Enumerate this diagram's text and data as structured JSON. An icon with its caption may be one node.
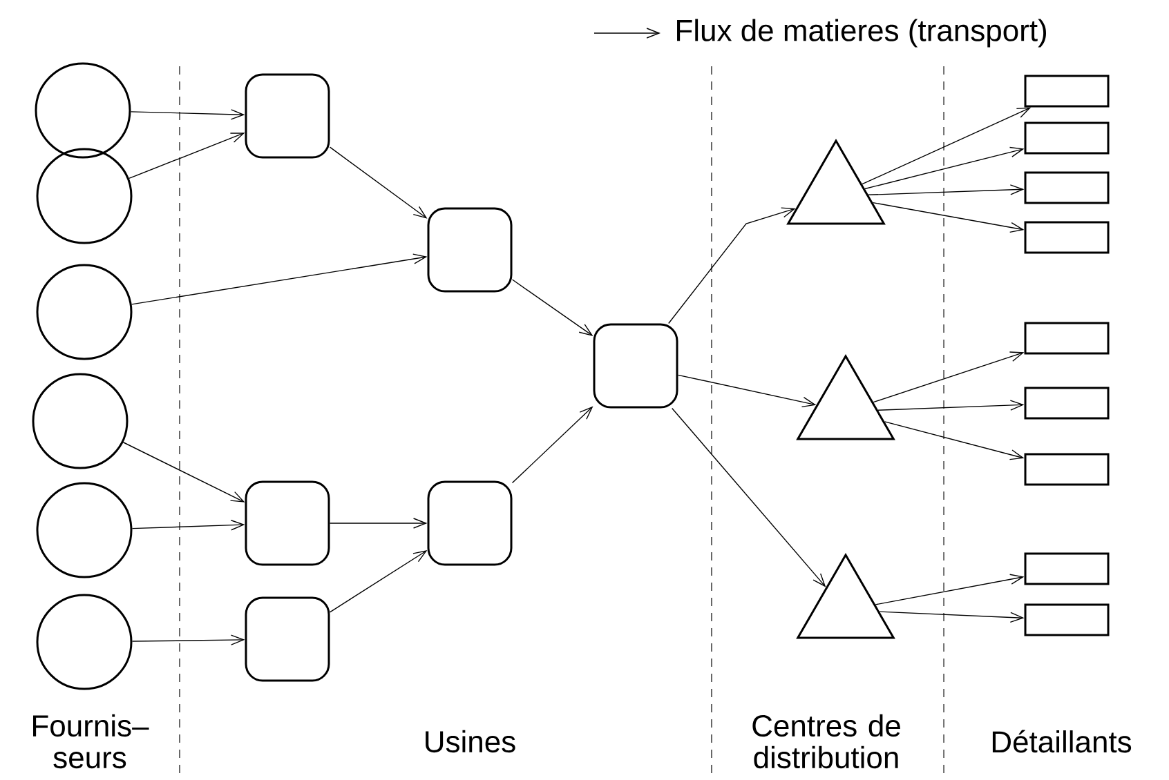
{
  "diagram": {
    "nodes": [
      {
        "text": [],
        "shape": "circle"
      },
      {
        "text": [],
        "shape": "circle"
      },
      {
        "text": [],
        "shape": "circle"
      },
      {
        "text": [],
        "shape": "circle"
      },
      {
        "text": [],
        "shape": "circle"
      },
      {
        "text": [],
        "shape": "circle"
      },
      {
        "text": [],
        "shape": "box"
      },
      {
        "text": [],
        "shape": "box"
      },
      {
        "text": [],
        "shape": "box"
      },
      {
        "text": [],
        "shape": "box"
      },
      {
        "text": [],
        "shape": "box"
      },
      {
        "text": [],
        "shape": "box"
      },
      {
        "text": [],
        "shape": "triangle"
      },
      {
        "text": [],
        "shape": "triangle"
      },
      {
        "text": [],
        "shape": "triangle"
      },
      {
        "text": [],
        "shape": "rectangle"
      },
      {
        "text": [],
        "shape": "rectangle"
      },
      {
        "text": [],
        "shape": "rectangle"
      },
      {
        "text": [],
        "shape": "rectangle"
      },
      {
        "text": [],
        "shape": "rectangle"
      },
      {
        "text": [],
        "shape": "rectangle"
      },
      {
        "text": [],
        "shape": "rectangle"
      },
      {
        "text": [],
        "shape": "rectangle"
      },
      {
        "text": [],
        "shape": "rectangle"
      }
    ],
    "edges": [
      {
        "from": 0,
        "to": 6,
        "arrow": "to"
      },
      {
        "from": 1,
        "to": 6,
        "arrow": "to"
      },
      {
        "from": 2,
        "to": 7,
        "arrow": "to"
      },
      {
        "from": 6,
        "to": 7,
        "arrow": "to"
      },
      {
        "from": 3,
        "to": 9,
        "arrow": "to"
      },
      {
        "from": 4,
        "to": 9,
        "arrow": "to"
      },
      {
        "from": 5,
        "to": 11,
        "arrow": "to"
      },
      {
        "from": 9,
        "to": 10,
        "arrow": "to"
      },
      {
        "from": 11,
        "to": 10,
        "arrow": "to"
      },
      {
        "from": 7,
        "to": 8,
        "arrow": "to"
      },
      {
        "from": 10,
        "to": 8,
        "arrow": "to"
      },
      {
        "from": 8,
        "to": 12,
        "arrow": "to"
      },
      {
        "from": 8,
        "to": 13,
        "arrow": "to"
      },
      {
        "from": 8,
        "to": 14,
        "arrow": "to"
      },
      {
        "from": 12,
        "to": 15,
        "arrow": "to"
      },
      {
        "from": 12,
        "to": 16,
        "arrow": "to"
      },
      {
        "from": 12,
        "to": 17,
        "arrow": "to"
      },
      {
        "from": 12,
        "to": 18,
        "arrow": "to"
      },
      {
        "from": 13,
        "to": 19,
        "arrow": "to"
      },
      {
        "from": 13,
        "to": 20,
        "arrow": "to"
      },
      {
        "from": 13,
        "to": 21,
        "arrow": "to"
      },
      {
        "from": 14,
        "to": 22,
        "arrow": "to"
      },
      {
        "from": 14,
        "to": 23,
        "arrow": "to"
      }
    ],
    "labels": [
      "Fournis– seurs",
      "Usines",
      "Centres de distribution",
      "Détaillants"
    ],
    "legend": [
      {
        "text": "Flux de matieres (transport)"
      }
    ]
  }
}
